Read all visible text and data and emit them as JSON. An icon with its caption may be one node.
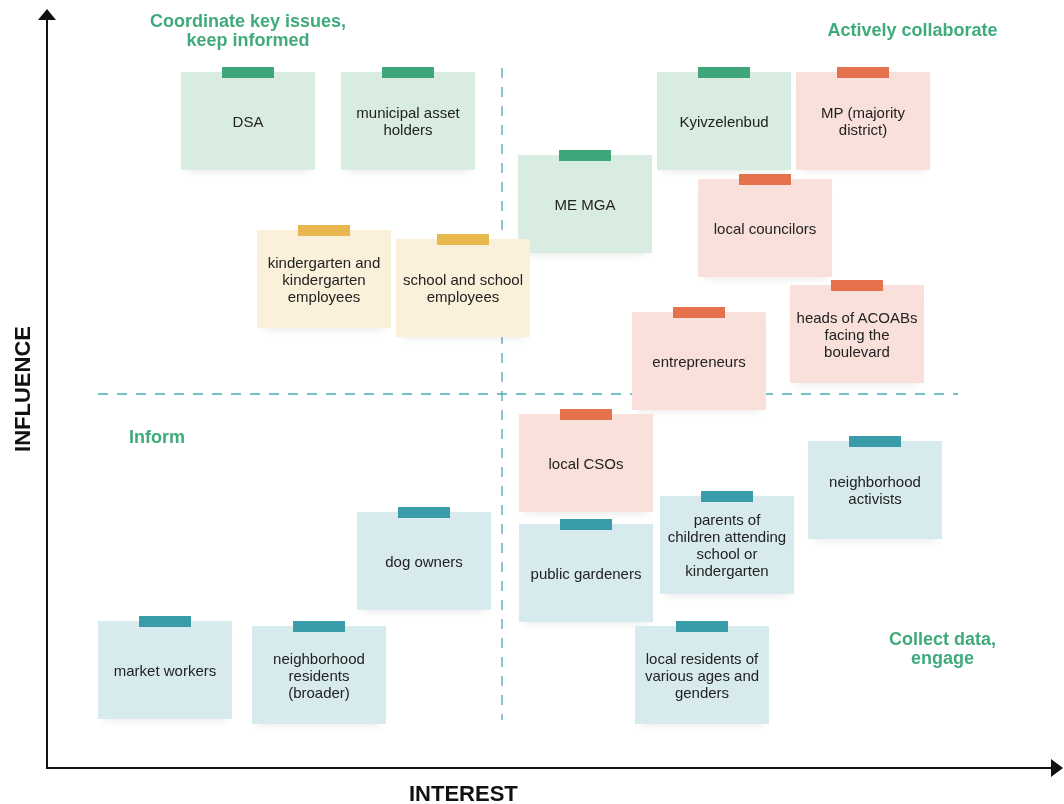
{
  "diagram": {
    "nodes": [
      {
        "text": [
          "DSA"
        ]
      },
      {
        "text": [
          "municipal asset holders"
        ]
      },
      {
        "text": [
          "Kyivzelenbud"
        ]
      },
      {
        "text": [
          "MP (majority district)"
        ]
      },
      {
        "text": [
          "ME MGA"
        ]
      },
      {
        "text": [
          "local councilors"
        ]
      },
      {
        "text": [
          "kindergarten and kindergarten employees"
        ]
      },
      {
        "text": [
          "school and school employees"
        ]
      },
      {
        "text": [
          "heads of ACOABs facing the boulevard"
        ]
      },
      {
        "text": [
          "entrepreneurs"
        ]
      },
      {
        "text": [
          "local CSOs"
        ]
      },
      {
        "text": [
          "neighborhood activists"
        ]
      },
      {
        "text": [
          "parents of children attending school or kindergarten"
        ]
      },
      {
        "text": [
          "dog owners"
        ]
      },
      {
        "text": [
          "public gardeners"
        ]
      },
      {
        "text": [
          "market workers"
        ]
      },
      {
        "text": [
          "neighborhood residents (broader)"
        ]
      },
      {
        "text": [
          "local residents of various ages and genders"
        ]
      }
    ],
    "labels": [
      "Coordinate key issues, keep informed",
      "Actively collaborate",
      "INFLUENCE",
      "Inform",
      "Collect data, engage",
      "INTEREST"
    ]
  }
}
